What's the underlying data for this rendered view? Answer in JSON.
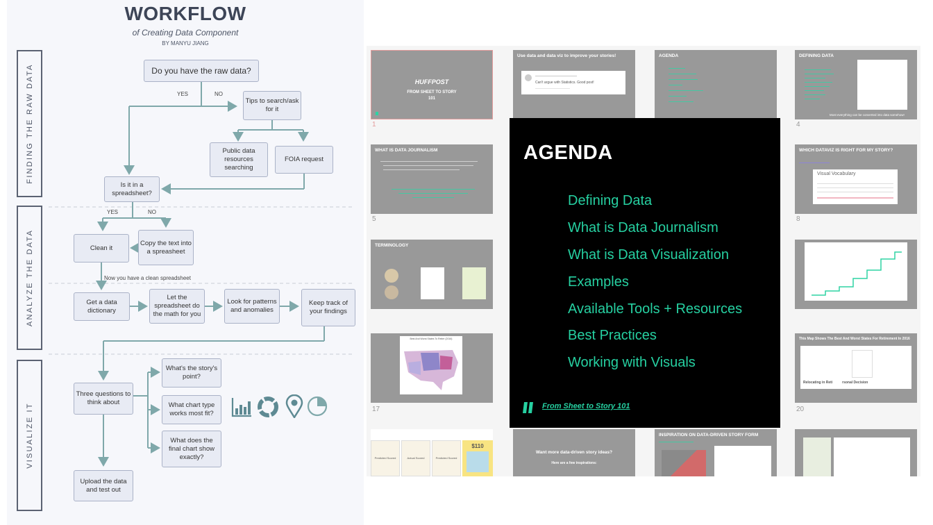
{
  "workflow": {
    "title": "WORKFLOW",
    "subtitle": "of Creating Data Component",
    "author": "BY MANYU JIANG",
    "sections": [
      "FINDING THE RAW DATA",
      "ANALYZE THE DATA",
      "VISUALIZE IT"
    ],
    "nodes": {
      "raw_data": "Do you have the raw data?",
      "tips": "Tips to search/ask for it",
      "public": "Public data resources searching",
      "foia": "FOIA request",
      "spreadsheet": "Is it in a spreadsheet?",
      "clean": "Clean it",
      "copy": "Copy the text into a spreasheet",
      "dictionary": "Get a data dictionary",
      "math": "Let the spreadsheet do the math for you",
      "patterns": "Look for patterns and anomalies",
      "track": "Keep track of your findings",
      "three": "Three questions to think about",
      "point": "What's the story's point?",
      "chart_type": "What chart type works most fit?",
      "chart_show": "What does the final chart show exactly?",
      "upload": "Upload the data and test out"
    },
    "labels": {
      "yes1": "YES",
      "no1": "NO",
      "yes2": "YES",
      "no2": "NO",
      "clean_note": "Now you have a clean spreadsheet"
    },
    "icons": [
      "bar-chart-icon",
      "donut-chart-icon",
      "map-pin-icon",
      "pie-chart-icon"
    ],
    "colors": {
      "arrow": "#7fa8aa",
      "node_fill": "#e8ebf4",
      "section_border": "#5b6272"
    }
  },
  "slides": {
    "thumbs": {
      "s1_brand": "HUFFPOST",
      "s1_title": "FROM SHEET TO STORY 101",
      "s2_title": "Use data and data viz to improve your stories!",
      "s2_comment": "Can't argue with Statistics. Good post!",
      "s3_title": "AGENDA",
      "s4_title": "DEFINING DATA",
      "s4_note": "Most everything can be converted into data somehow!",
      "s5_title": "WHAT IS DATA JOURNALISM",
      "s8_title": "WHICH DATAVIZ IS RIGHT FOR MY STORY?",
      "s8_card": "Visual Vocabulary",
      "s9_title": "TERMINOLOGY",
      "s17_map": "Best And Worst States To Retire (2016)",
      "s20_title": "This Map Shows The Best And Worst States For Retirement In 2016",
      "s20_note": "Relocating in Reti          rsonal Decision",
      "s21_label1": "Predicted Scored",
      "s21_label2": "Actual Scored",
      "s21_label3": "Predicted Scored",
      "s21_price": "$110",
      "s22_title": "Want more data-driven story ideas?",
      "s22_sub": "Here are a few inspirations:",
      "s23_title": "INSPIRATION ON DATA-DRIVEN STORY FORM"
    },
    "numbers": [
      "1",
      "4",
      "5",
      "8",
      "17",
      "20"
    ],
    "agenda": {
      "title": "AGENDA",
      "items": [
        "Defining Data",
        "What is Data Journalism",
        "What is Data Visualization",
        "Examples",
        "Available Tools + Resources",
        "Best Practices",
        "Working with Visuals"
      ],
      "footer": "From Sheet to Story 101",
      "accent": "#26d0a1"
    }
  }
}
